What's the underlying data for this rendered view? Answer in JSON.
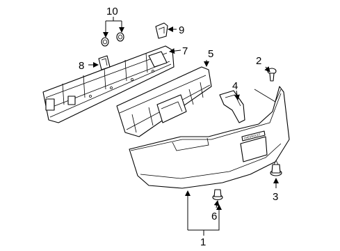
{
  "diagram": {
    "callouts": {
      "c1": "1",
      "c2": "2",
      "c3": "3",
      "c4": "4",
      "c5": "5",
      "c6": "6",
      "c7": "7",
      "c8": "8",
      "c9": "9",
      "c10": "10"
    },
    "license_plate_text": "CHEVROLET"
  }
}
